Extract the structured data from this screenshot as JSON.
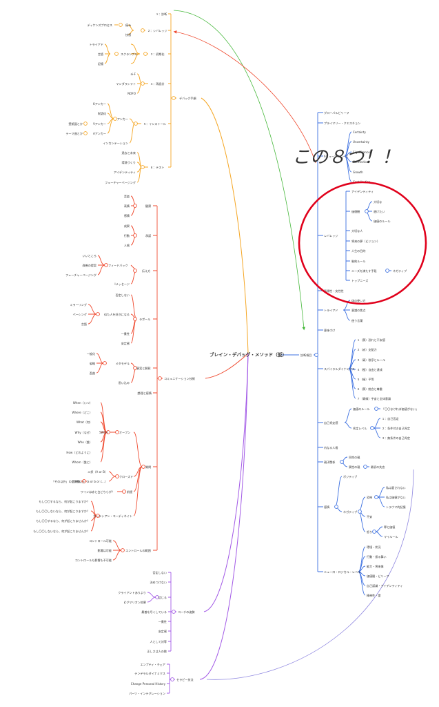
{
  "root": "ブレイン・デバッグ・メソッド（仮）",
  "colors": {
    "orange": "#f5a623",
    "red": "#ef4a2f",
    "purple": "#a259e6",
    "blue": "#3b6fe0",
    "lavender": "#8e86e0",
    "green": "#46b83b",
    "annotation": "#e0001b"
  },
  "annotation_text": "この８つ！！",
  "branches": {
    "debug": {
      "label": "デバッグ手順",
      "steps": {
        "s1": "１：診断",
        "s2": "２：シバレッジ",
        "s2a": "痛み",
        "s2a1": "ディケンズプロセス",
        "s2b": "快感",
        "s3": "３：初期化",
        "s3a": "スクランブル",
        "s3a1": "トライアド",
        "s3a2": "言語",
        "s3a3": "記憶",
        "s4": "４：再設計",
        "s4a": "ai-F",
        "s4b": "マンダラシフト",
        "s4c": "NOFO",
        "s5": "５：インストール",
        "s5a": "アンカー",
        "s5a1": "Kアンカー",
        "s5a2": "呪語化",
        "s5a3": "Vアンカー",
        "s5a3a": "壁紙図とか",
        "s5a4": "Aアンカー",
        "s5a4a": "テーマ曲とか",
        "s5b": "インカンテーション",
        "s6": "６：テスト",
        "s6a": "過去と未来",
        "s6b": "環境づくり",
        "s6c": "アイデンティティ",
        "s6d": "フューチャーページング"
      }
    },
    "comm": {
      "label": "コミュニケーション技術",
      "c1": "観察",
      "c1a": "音楽",
      "c1b": "表情",
      "c1c": "感情",
      "c2": "承認",
      "c2a": "成果",
      "c2b": "行動",
      "c2c": "人格",
      "c3": "伝え方",
      "c3a": "フィードバック",
      "c3a1": "いいところ",
      "c3a2": "改善の提案",
      "c3a3": "フューチャーページング",
      "c3b": "Iメッセージ",
      "c4": "ラポール",
      "c4a": "否定しない",
      "c4b": "似た人を好きになる",
      "c4b1": "ミラーリング",
      "c4b2": "ペーシング",
      "c4b3": "言語",
      "c4c": "一貫性",
      "c4d": "安定感",
      "c5": "事実と解釈",
      "c5a": "メタモデル",
      "c5a1": "一般化",
      "c5a2": "省略",
      "c5a3": "歪曲",
      "c5b": "思い込み",
      "c6": "論理と感情",
      "c7": "質問",
      "c7a": "オープン",
      "c7a0": "5W1H",
      "c7a1": "When（いつ）",
      "c7a2": "Where（どこ）",
      "c7a3": "What（何）",
      "c7a4": "Why（なぜ）",
      "c7a5": "Who（誰）",
      "c7a6": "How（どのように）",
      "c7a7": "Whom（誰に）",
      "c7b": "クローズド",
      "c7b1": "二択（A or B）",
      "c7b2": "3択以上（a or b or c...）",
      "c7b3": "「その以外」の選択肢",
      "c7c": "前提",
      "c7c1": "ワインは赤と白どちらが？",
      "c7d": "カーテシアン・コーディネイト",
      "c7d1": "もし〇〇するなら、何が起こりますか？",
      "c7d2": "もし〇〇しないなら、何が起こりますか？",
      "c7d3": "もし〇〇するなら、何が起こりませんか？",
      "c7d4": "もし〇〇しないなら、何が起こりませんか？",
      "c8": "コントロールの範囲",
      "c8a": "コントロール可能",
      "c8b": "影響は可能",
      "c8c": "コントロールも影響も不可能"
    },
    "coach": {
      "label": "コーチの姿勢",
      "k1": "否定しない",
      "k2": "決めつけない",
      "k3": "信じる",
      "k3a": "クライアントありより",
      "k3b": "ピグマリオン効果",
      "k4": "最善を尽くしている",
      "k5": "一貫性",
      "k6": "安定感",
      "k7": "人として対等",
      "k8": "正しさは人の数"
    },
    "therapy": {
      "label": "セラピー技法",
      "t1": "エンプティ・チェア",
      "t2": "テンデラルダイナミクス",
      "t3": "Change Personal History",
      "t4": "パーツ・インテグレーション"
    },
    "diag": {
      "label": "診断項目",
      "d1": "グローバルビリーフ",
      "d2": "プライマリー・クエスチョン",
      "d3": "6ヒューマンニーズ",
      "d3a": "Certainty",
      "d3b": "Uncertainty",
      "d3c": "Significance",
      "d3d": "Connection",
      "d3e": "Growth",
      "d3f": "Contribution",
      "d4": "レバレッジ",
      "d4a": "アイデンティティ",
      "d4b": "価値観",
      "d4b1": "大切な",
      "d4b2": "避けたい",
      "d4b3": "価値のルール",
      "d4c": "大切な人",
      "d4d": "将来の夢（ビジョン）",
      "d4e": "人生の目的",
      "d4f": "制約ルール",
      "d4g": "ニーズを満たす手段",
      "d4g1": "ネガティブ",
      "d4h": "トップニーズ",
      "d5": "再帰性・女性性",
      "d6": "トライアド",
      "d6a": "体の使い方",
      "d6b": "意識の焦点",
      "d6c": "使う言葉",
      "d7": "意味づけ",
      "d8": "スパイラルダイナミクス",
      "d8a": "１（黄）恐れと不安感",
      "d8b": "２（赤）支配力",
      "d8c": "３（青）秩序とルール",
      "d8d": "４（橙）自由と達成",
      "d8e": "５（緑）平等",
      "d8f": "６（黄）統合と尊重",
      "d8g": "７（青緑）宇宙と全体意識",
      "d9": "自己肯定感",
      "d9a": "価値のルール",
      "d9a1": "「〇〇なければ価値がない」",
      "d9b": "肯定レベル",
      "d9b1": "１：自己否定",
      "d9b2": "２：条件付き自己肯定",
      "d9b3": "３：無条件の自己肯定",
      "d10": "内なる人格",
      "d11": "親子関係",
      "d11a": "同性の親",
      "d11b": "異性の親",
      "d11b1": "最初の失恋",
      "d12": "感情",
      "d12a": "ポジティブ",
      "d12b": "ネガティブ",
      "d12b1": "恐怖",
      "d12b1a": "私は愛されない",
      "d12b1b": "私は価値がない",
      "d12b1c": "トラウマ的記憶",
      "d12b2": "不安",
      "d12b3": "怒り",
      "d12b3a": "罪と価値",
      "d12b3b": "マイルール",
      "d13": "ニューロ・ロジカル・レベル",
      "d13a": "環境・状況",
      "d13b": "行動・振る舞い",
      "d13c": "能力・将来像",
      "d13d": "価値観・ビリーフ",
      "d13e": "自己認識・アイデンティティ",
      "d13f": "精神性・霊"
    }
  }
}
